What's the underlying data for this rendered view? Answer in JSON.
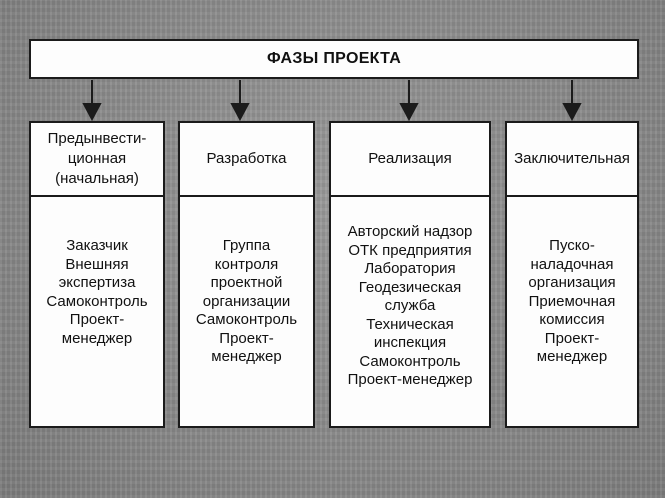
{
  "header": {
    "title": "ФАЗЫ ПРОЕКТА"
  },
  "phases": [
    {
      "head_lines": [
        "Предынвести-",
        "ционная",
        "(начальная)"
      ],
      "body_lines": [
        "Заказчик",
        "Внешняя",
        "экспертиза",
        "Самоконтроль",
        "Проект-",
        "менеджер"
      ]
    },
    {
      "head_lines": [
        "Разработка"
      ],
      "body_lines": [
        "Группа",
        "контроля",
        "проектной",
        "организации",
        "Самоконтроль",
        "Проект-",
        "менеджер"
      ]
    },
    {
      "head_lines": [
        "Реализация"
      ],
      "body_lines": [
        "Авторский надзор",
        "ОТК предприятия",
        "Лаборатория",
        "Геодезическая",
        "служба",
        "Техническая",
        "инспекция",
        "Самоконтроль",
        "Проект-менеджер"
      ]
    },
    {
      "head_lines": [
        "Заключительная"
      ],
      "body_lines": [
        "Пуско-",
        "наладочная",
        "организация",
        "Приемочная",
        "комиссия",
        "Проект-",
        "менеджер"
      ]
    }
  ]
}
